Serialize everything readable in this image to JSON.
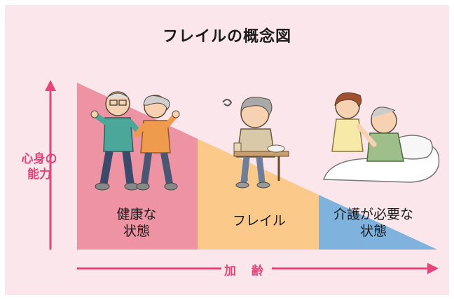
{
  "title": "フレイルの概念図",
  "y_axis_label_line1": "心身の",
  "y_axis_label_line2": "能力",
  "x_axis_label": "加 齢",
  "zones": {
    "healthy": {
      "line1": "健康な",
      "line2": "状態",
      "color": "#ee93a3"
    },
    "frail": {
      "line1": "フレイル",
      "color": "#fbc98a"
    },
    "care": {
      "line1": "介護が必要な",
      "line2": "状態",
      "color": "#7fb2dd"
    }
  },
  "colors": {
    "background": "#fbe6ec",
    "accent": "#e6457a"
  },
  "illustrations": [
    "elderly-couple-walking-illustration",
    "frail-elderly-woman-eating-illustration",
    "caregiver-with-bedridden-man-illustration"
  ]
}
